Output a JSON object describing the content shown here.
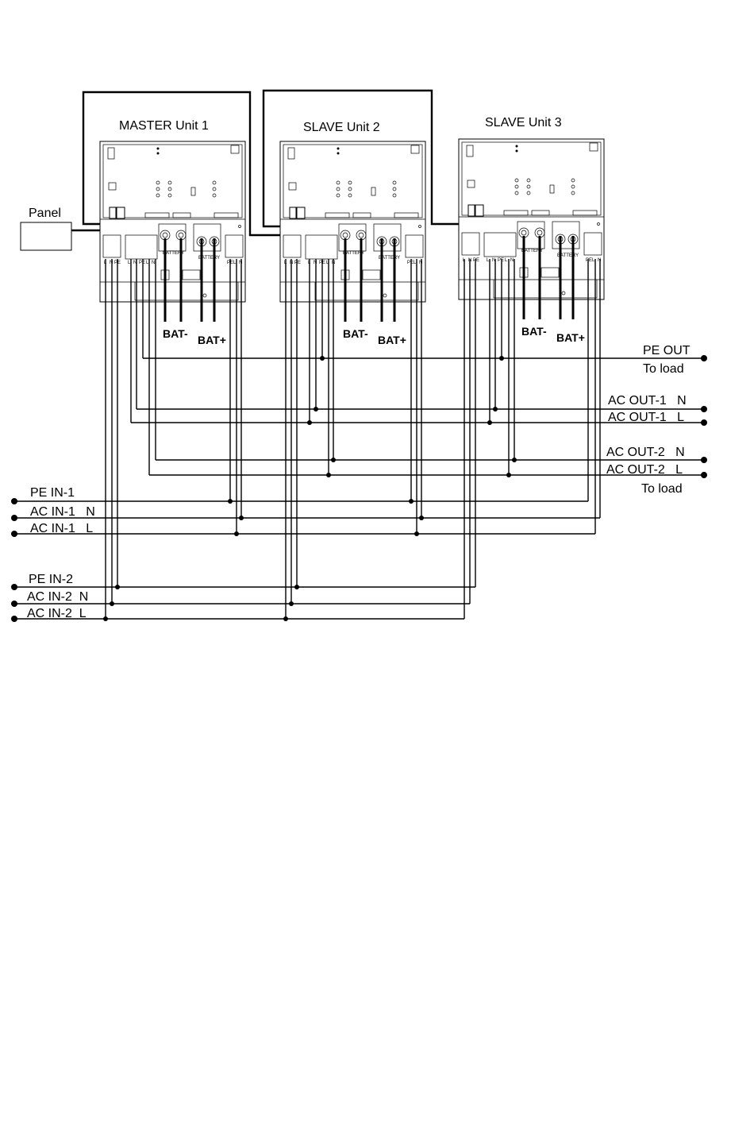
{
  "units": [
    {
      "title": "MASTER   Unit 1",
      "bat_neg": "BAT-",
      "bat_pos": "BAT+"
    },
    {
      "title": "SLAVE   Unit 2",
      "bat_neg": "BAT-",
      "bat_pos": "BAT+"
    },
    {
      "title": "SLAVE   Unit 3",
      "bat_neg": "BAT-",
      "bat_pos": "BAT+"
    }
  ],
  "panel_label": "Panel",
  "terminal_text": {
    "l": "L",
    "n": "N",
    "pe": "PE",
    "battery": "BATTERY"
  },
  "right_labels": {
    "pe_out": "PE OUT",
    "to_load_1": "To load",
    "ac_out_1_n": "AC OUT-1   N",
    "ac_out_1_l": "AC OUT-1   L",
    "ac_out_2_n": "AC OUT-2   N",
    "ac_out_2_l": "AC OUT-2   L",
    "to_load_2": "To load"
  },
  "left_labels": {
    "pe_in_1": "PE IN-1",
    "ac_in_1_n": "AC IN-1   N",
    "ac_in_1_l": "AC IN-1   L",
    "pe_in_2": "PE IN-2",
    "ac_in_2_n": "AC IN-2  N",
    "ac_in_2_l": "AC IN-2  L"
  }
}
